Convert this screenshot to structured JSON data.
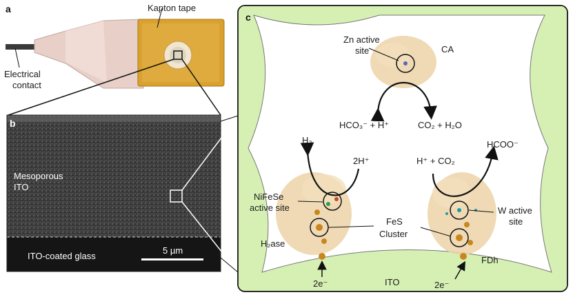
{
  "panels": {
    "a": "a",
    "b": "b",
    "c": "c"
  },
  "panel_a": {
    "kapton_tape": "Kapton tape",
    "electrical_contact_line1": "Electrical",
    "electrical_contact_line2": "contact"
  },
  "panel_b": {
    "mesoporous_line1": "Mesoporous",
    "mesoporous_line2": "ITO",
    "ito_glass": "ITO-coated glass",
    "scale_bar": "5 µm"
  },
  "panel_c": {
    "zn_site_line1": "Zn active",
    "zn_site_line2": "site",
    "ca": "CA",
    "bicarbonate": "HCO₃⁻ + H⁺",
    "co2_h2o": "CO₂ + H₂O",
    "h2": "H₂",
    "two_h_plus": "2H⁺",
    "h_co2": "H⁺ + CO₂",
    "formate": "HCOO⁻",
    "nifese_line1": "NiFeSe",
    "nifese_line2": "active site",
    "fes_line1": "FeS",
    "fes_line2": "Cluster",
    "w_site_line1": "W active",
    "w_site_line2": "site",
    "h2ase": "H₂ase",
    "fdh": "FDh",
    "electrons_left": "2e⁻",
    "electrons_right": "2e⁻",
    "ito": "ITO"
  },
  "colors": {
    "ito_green": "#d6f0b4",
    "kapton": "#d9a12e",
    "protein": "#ecd3a8",
    "sem_dark": "#3a3a3a",
    "glass": "#151515"
  }
}
